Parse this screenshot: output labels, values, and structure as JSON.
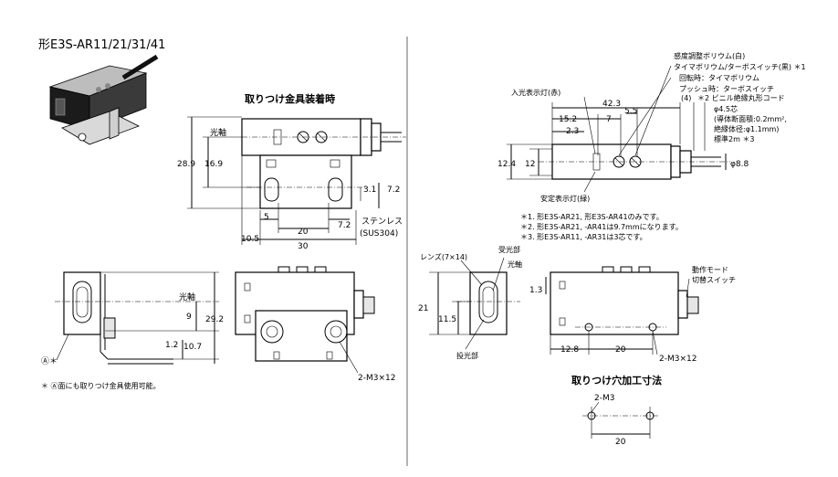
{
  "model_title": "形E3S-AR11/21/31/41",
  "left": {
    "mount_title": "取りつけ金具装着時",
    "optical_axis": "光軸",
    "dims_top": {
      "d28_9": "28.9",
      "d16_9": "16.9",
      "d3_1": "3.1",
      "d7_2a": "7.2",
      "d5": "5",
      "d20": "20",
      "d7_2b": "7.2",
      "d10_5": "10.5",
      "d30": "30"
    },
    "stainless": "ステンレス",
    "sus": "(SUS304)",
    "side": {
      "optical_axis": "光軸",
      "d9": "9",
      "d29_2": "29.2",
      "d1_2": "1.2",
      "d10_7": "10.7",
      "a_mark": "Ⓐ＊"
    },
    "front": {
      "screw": "2-M3×12"
    },
    "footnote": "＊ Ⓐ面にも取りつけ金具使用可能。"
  },
  "right": {
    "sensitivity": "感度調整ボリウム(白)",
    "timer_vol": "タイマボリウム/ターボスイッチ(黒) ＊1",
    "rotate": "回転時：タイマボリウム",
    "push": "プッシュ時：ターボスイッチ",
    "incident": "入光表示灯(赤)",
    "cable": "＊2 ビニル絶縁丸形コード",
    "cable_dia": "φ4.5芯",
    "conductor_area": "(導体断面積:0.2mm², ",
    "insulator_dia": "絶縁体径:φ1.1mm)",
    "standard_len": "標準2m ＊3",
    "stable": "安定表示灯(緑)",
    "dims": {
      "d42_3": "42.3",
      "d15_2": "15.2",
      "d7": "7",
      "d5_5": "5.5",
      "d2_3": "2.3",
      "d4": "(4)",
      "d12_4": "12.4",
      "d12": "12",
      "d8_8": "φ8.8"
    },
    "notes": [
      "＊1. 形E3S-AR21, 形E3S-AR41のみです。",
      "＊2. 形E3S-AR21, -AR41は9.7mmになります。",
      "＊3. 形E3S-AR11, -AR31は3芯です。"
    ],
    "lens": "レンズ(7×14)",
    "receiver": "受光部",
    "axis": "光軸",
    "emitter": "投光部",
    "d21": "21",
    "d11_5": "11.5",
    "mode_switch": "動作モード",
    "mode_switch2": "切替スイッチ",
    "d1_3": "1.3",
    "d12_8": "12.8",
    "d20": "20",
    "screw": "2-M3×12",
    "hole_title": "取りつけ穴加工寸法",
    "hole_screw": "2-M3",
    "hole_d20": "20"
  }
}
